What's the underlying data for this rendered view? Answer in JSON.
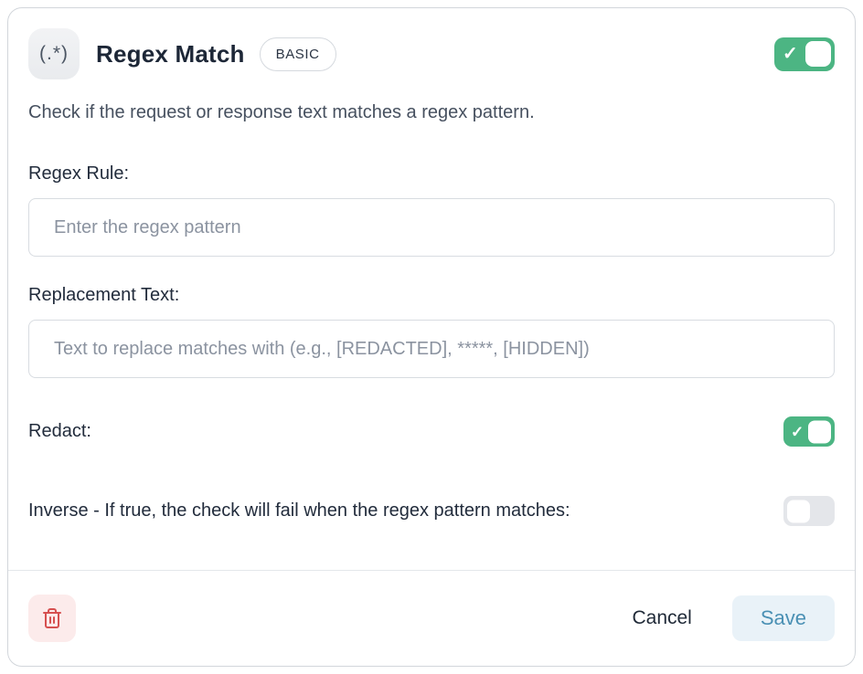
{
  "card": {
    "header": {
      "icon_label": "(.*)",
      "title": "Regex Match",
      "badge": "BASIC",
      "enabled_toggle": {
        "on": true
      }
    },
    "description": "Check if the request or response text matches a regex pattern.",
    "fields": {
      "regex_rule": {
        "label": "Regex Rule:",
        "value": "",
        "placeholder": "Enter the regex pattern"
      },
      "replacement_text": {
        "label": "Replacement Text:",
        "value": "",
        "placeholder": "Text to replace matches with (e.g., [REDACTED], *****, [HIDDEN])"
      },
      "redact": {
        "label": "Redact:",
        "on": true
      },
      "inverse": {
        "label": "Inverse - If true, the check will fail when the regex pattern matches:",
        "on": false
      }
    },
    "footer": {
      "delete_icon": "trash-icon",
      "cancel_label": "Cancel",
      "save_label": "Save"
    },
    "colors": {
      "toggle_on": "#4cb583",
      "toggle_off": "#e4e6ea",
      "save_text": "#4a90b4",
      "save_bg": "#e9f2f8",
      "delete_icon_color": "#d65050",
      "delete_bg": "#fcebeb"
    },
    "icons": {
      "check": "✓"
    }
  }
}
